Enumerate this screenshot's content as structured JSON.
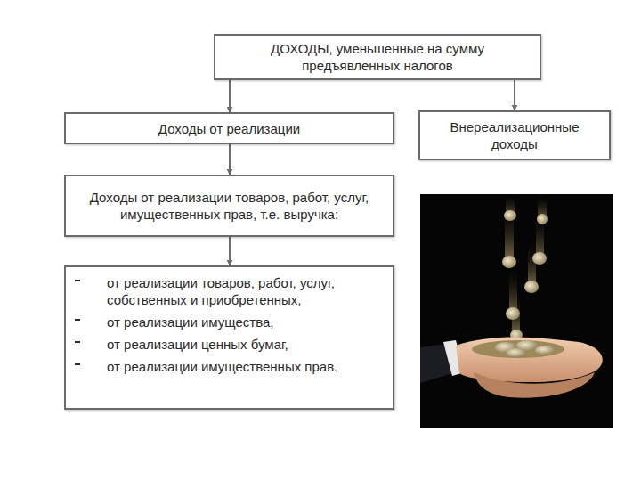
{
  "diagram": {
    "nodes": [
      {
        "text": [
          "ДОХОДЫ, уменьшенные на сумму предъявленных налогов"
        ]
      },
      {
        "text": [
          "Доходы от реализации"
        ]
      },
      {
        "text": [
          "Внереализационные доходы"
        ]
      },
      {
        "text": [
          "Доходы от реализации товаров, работ, услуг, имущественных прав, т.е. выручка:"
        ]
      },
      {
        "text": [
          "от реализации товаров, работ, услуг, собственных и приобретенных,",
          "от реализации имущества,",
          "от реализации ценных бумаг,",
          "от реализации имущественных прав."
        ]
      }
    ],
    "edges": [
      {
        "from": 0,
        "to": 1,
        "arrow": "to"
      },
      {
        "from": 0,
        "to": 2,
        "arrow": "to"
      },
      {
        "from": 1,
        "to": 3,
        "arrow": "to"
      },
      {
        "from": 3,
        "to": 4,
        "arrow": "to"
      }
    ]
  }
}
